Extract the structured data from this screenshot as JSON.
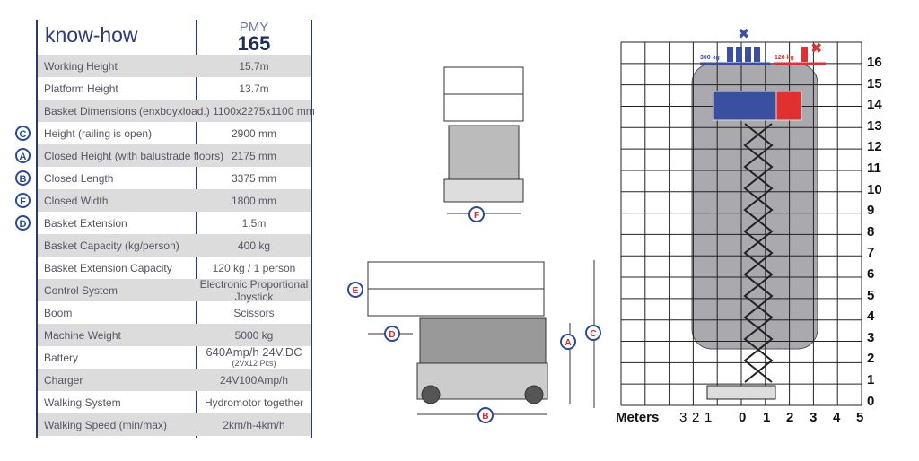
{
  "brand": "know-how",
  "model": {
    "prefix": "PMY",
    "number": "165"
  },
  "specs": [
    {
      "label": "Working Height",
      "value": "15.7m"
    },
    {
      "label": "Platform Height",
      "value": "13.7m"
    },
    {
      "label": "Basket Dimensions (enxboyxload.) 1100x2275x1100 mm",
      "value": ""
    },
    {
      "badge": "C",
      "label": "Height (railing is open)",
      "value": "2900 mm"
    },
    {
      "badge": "A",
      "label": "Closed Height (with balustrade floors)",
      "value": "2175 mm"
    },
    {
      "badge": "B",
      "label": "Closed Length",
      "value": "3375 mm"
    },
    {
      "badge": "F",
      "label": "Closed Width",
      "value": "1800 mm"
    },
    {
      "badge": "D",
      "label": "Basket Extension",
      "value": "1.5m"
    },
    {
      "label": "Basket Capacity (kg/person)",
      "value": "400 kg"
    },
    {
      "label": "Basket Extension Capacity",
      "value": "120 kg / 1 person"
    },
    {
      "label": "Control System",
      "value": "Electronic Proportional Joystick"
    },
    {
      "label": "Boom",
      "value": "Scissors"
    },
    {
      "label": "Machine Weight",
      "value": "5000 kg"
    },
    {
      "label": "Battery",
      "value": "640Amp/h 24V.DC",
      "value2": "(2Vx12 Pcs)"
    },
    {
      "label": "Charger",
      "value": "24V100Amp/h"
    },
    {
      "label": "Walking System",
      "value": "Hydromotor together"
    },
    {
      "label": "Walking Speed (min/max)",
      "value": "2km/h-4km/h"
    }
  ],
  "dims": {
    "F": "F",
    "E": "E",
    "D": "D",
    "A": "A",
    "C": "C",
    "B": "B"
  },
  "chart": {
    "load_main": "300 kg",
    "load_ext": "120 kg",
    "yticks": [
      "16",
      "15",
      "14",
      "13",
      "12",
      "11",
      "10",
      "9",
      "8",
      "7",
      "6",
      "5",
      "4",
      "3",
      "2",
      "1",
      "0"
    ],
    "xlabel": "Meters",
    "xticks": [
      "3",
      "2",
      "1",
      "0",
      "1",
      "2",
      "3",
      "4",
      "5"
    ],
    "colors": {
      "main": "#3a4fa0",
      "ext": "#e03030"
    }
  }
}
